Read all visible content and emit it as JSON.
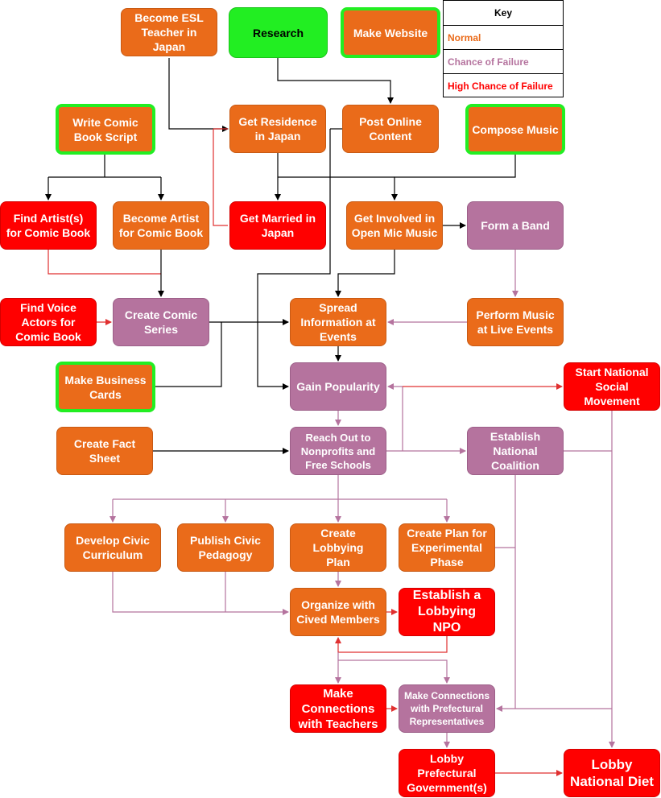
{
  "colors": {
    "normal": "#ea6b1a",
    "chance_of_failure": "#b5739e",
    "high_chance_of_failure": "#ff0000",
    "highlight": "#22ee22",
    "edge_black": "#000000",
    "edge_red": "#e03030",
    "edge_purple": "#b5739e"
  },
  "legend": {
    "title": "Key",
    "normal": "Normal",
    "chance_of_failure": "Chance of Failure",
    "high_chance_of_failure": "High Chance of Failure"
  },
  "nodes": {
    "esl": [
      "Become ESL",
      "Teacher in",
      "Japan"
    ],
    "research": [
      "Research"
    ],
    "website": [
      "Make Website"
    ],
    "comic_script": [
      "Write Comic",
      "Book Script"
    ],
    "residence": [
      "Get Residence",
      "in Japan"
    ],
    "post_online": [
      "Post Online",
      "Content"
    ],
    "compose": [
      "Compose Music"
    ],
    "find_artist": [
      "Find Artist(s)",
      "for Comic Book"
    ],
    "become_artist": [
      "Become Artist",
      "for Comic Book"
    ],
    "married": [
      "Get Married in",
      "Japan"
    ],
    "open_mic": [
      "Get Involved in",
      "Open Mic Music"
    ],
    "band": [
      "Form a Band"
    ],
    "voice_actors": [
      "Find Voice",
      "Actors for",
      "Comic Book"
    ],
    "comic_series": [
      "Create Comic",
      "Series"
    ],
    "spread": [
      "Spread",
      "Information at",
      "Events"
    ],
    "perform": [
      "Perform Music",
      "at Live Events"
    ],
    "business_cards": [
      "Make Business",
      "Cards"
    ],
    "popularity": [
      "Gain Popularity"
    ],
    "movement": [
      "Start National",
      "Social",
      "Movement"
    ],
    "fact_sheet": [
      "Create Fact",
      "Sheet"
    ],
    "nonprofits": [
      "Reach Out to",
      "Nonprofits and",
      "Free Schools"
    ],
    "coalition": [
      "Establish",
      "National",
      "Coalition"
    ],
    "civic_curriculum": [
      "Develop Civic",
      "Curriculum"
    ],
    "civic_pedagogy": [
      "Publish Civic",
      "Pedagogy"
    ],
    "lobbying_plan": [
      "Create Lobbying",
      "Plan"
    ],
    "experimental": [
      "Create Plan for",
      "Experimental",
      "Phase"
    ],
    "organize": [
      "Organize with",
      "Cived Members"
    ],
    "npo": [
      "Establish a",
      "Lobbying NPO"
    ],
    "teachers": [
      "Make",
      "Connections",
      "with Teachers"
    ],
    "prefectural_reps": [
      "Make Connections",
      "with Prefectural",
      "Representatives"
    ],
    "lobby_pref": [
      "Lobby",
      "Prefectural",
      "Government(s)"
    ],
    "lobby_diet": [
      "Lobby",
      "National Diet"
    ]
  }
}
